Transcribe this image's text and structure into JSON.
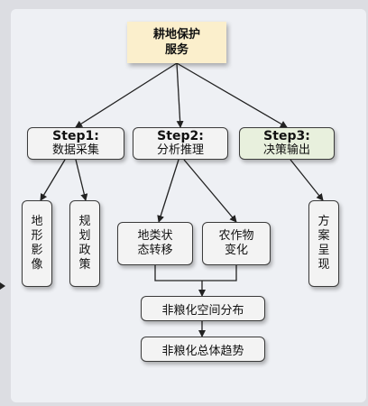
{
  "title": {
    "line1": "耕地保护",
    "line2": "服务"
  },
  "steps": [
    {
      "label": "Step1:",
      "sub": "数据采集"
    },
    {
      "label": "Step2:",
      "sub": "分析推理"
    },
    {
      "label": "Step3:",
      "sub": "决策输出"
    }
  ],
  "step1_children": [
    {
      "chars": "地形影像"
    },
    {
      "chars": "规划政策"
    }
  ],
  "step2_children": [
    {
      "line1": "地类状",
      "line2": "态转移"
    },
    {
      "line1": "农作物",
      "line2": "变化"
    }
  ],
  "step3_child": {
    "chars": "方案呈现"
  },
  "spatial": "非粮化空间分布",
  "trend": "非粮化总体趋势"
}
